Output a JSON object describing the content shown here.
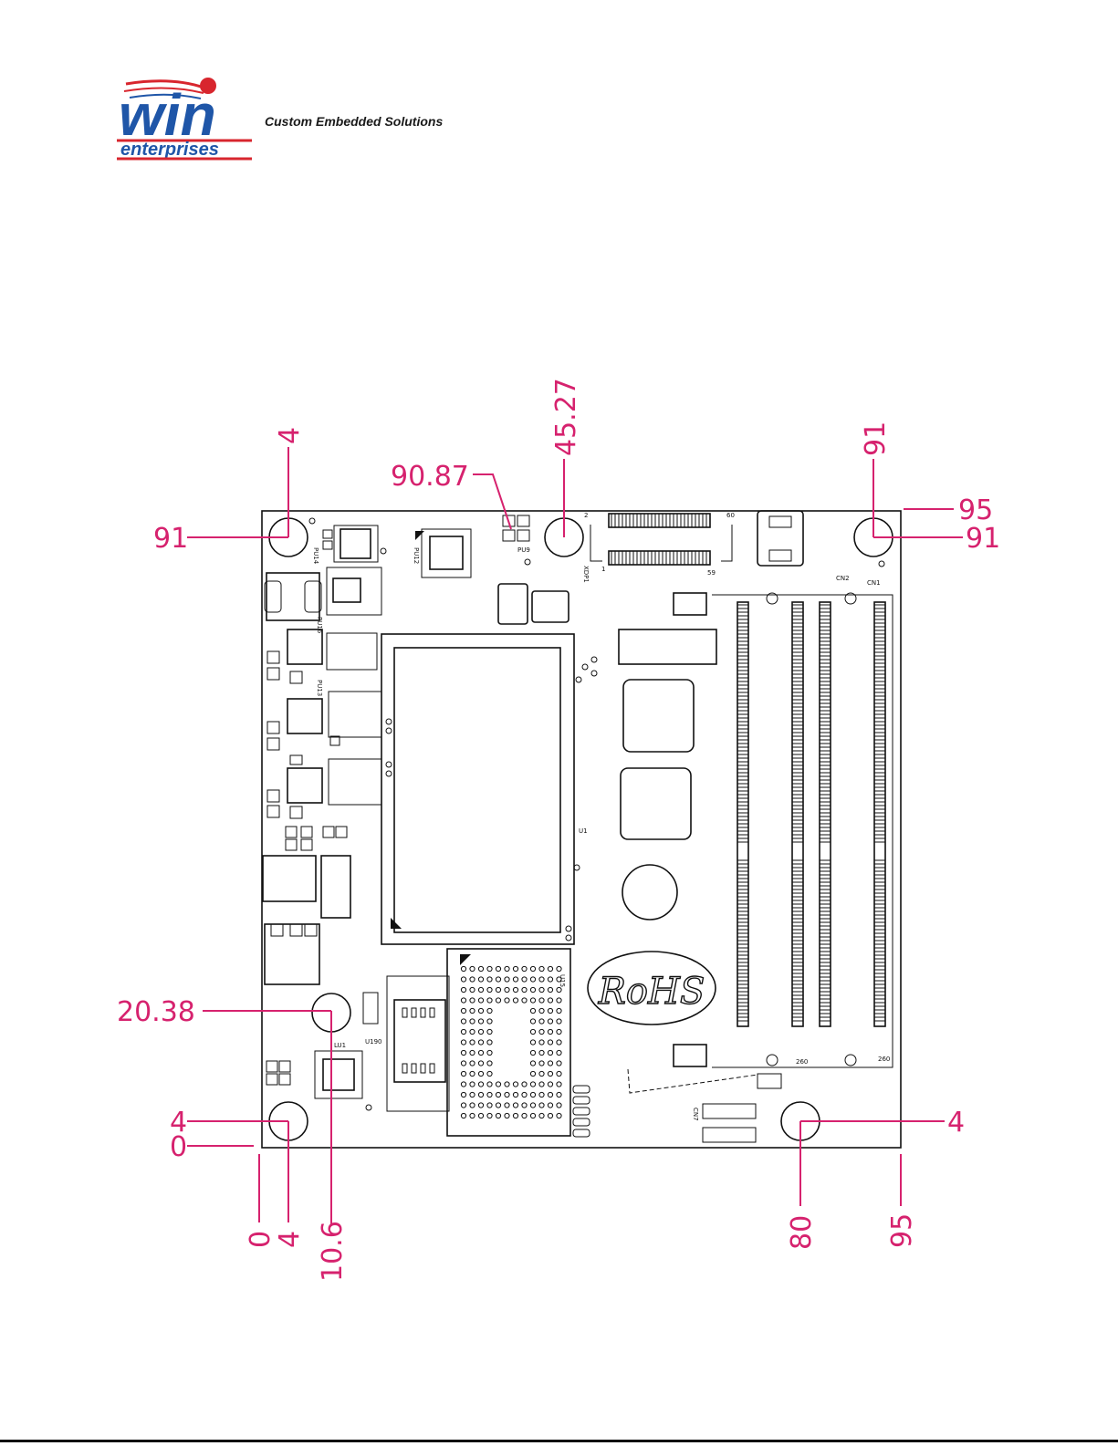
{
  "logo": {
    "brand_main": "win",
    "brand_sub": "enterprises",
    "tagline": "Custom Embedded Solutions",
    "colors": {
      "blue": "#1f56a8",
      "red": "#d8262e"
    }
  },
  "dimensions": {
    "color": "#d6226e",
    "top": {
      "d4": "4",
      "d90_87": "90.87",
      "d45_27": "45.27",
      "d91": "91"
    },
    "left": {
      "d91": "91",
      "d20_38": "20.38",
      "d4": "4",
      "d0": "0"
    },
    "right": {
      "d95": "95",
      "d91": "91",
      "d4": "4"
    },
    "bottom": {
      "d0": "0",
      "d4": "4",
      "d10_6": "10.6",
      "d80": "80",
      "d95": "95"
    }
  },
  "board": {
    "refdes": {
      "pu14": "PU14",
      "pu12": "PU12",
      "pu9": "PU9",
      "xdp1": "XDP1",
      "cn1": "CN1",
      "cn2": "CN2",
      "pu16": "PU16",
      "pu13": "PU13",
      "u1": "U1",
      "u15": "U15",
      "u190": "U190",
      "lu1": "LU1",
      "cn7": "CN7",
      "pin2": "2",
      "pin60": "60",
      "pin1": "1",
      "pin59": "59",
      "pin260": "260",
      "pin260b": "260"
    },
    "rohs_mark": "RoHS"
  }
}
